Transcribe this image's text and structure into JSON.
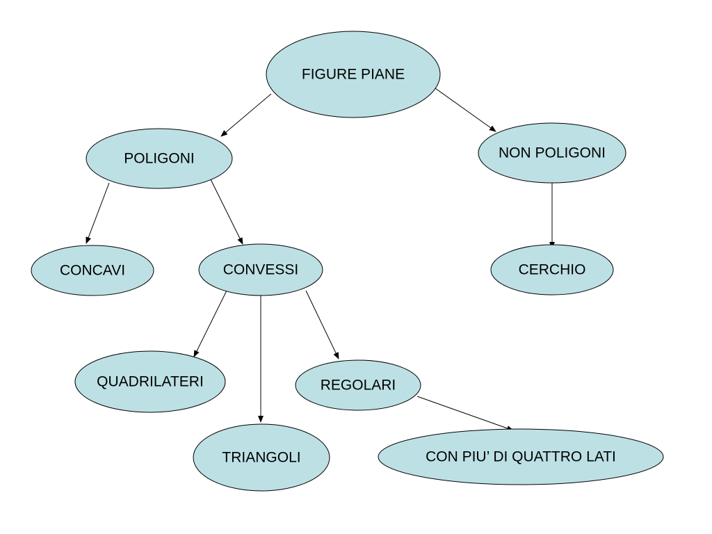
{
  "diagram": {
    "nodes": {
      "figure_piane": "FIGURE PIANE",
      "poligoni": "POLIGONI",
      "non_poligoni": "NON POLIGONI",
      "concavi": "CONCAVI",
      "convessi": "CONVESSI",
      "cerchio": "CERCHIO",
      "quadrilateri": "QUADRILATERI",
      "regolari": "REGOLARI",
      "triangoli": "TRIANGOLI",
      "con_piu": "CON PIU’ DI QUATTRO LATI"
    },
    "edges": [
      [
        "figure_piane",
        "poligoni"
      ],
      [
        "figure_piane",
        "non_poligoni"
      ],
      [
        "poligoni",
        "concavi"
      ],
      [
        "poligoni",
        "convessi"
      ],
      [
        "non_poligoni",
        "cerchio"
      ],
      [
        "convessi",
        "quadrilateri"
      ],
      [
        "convessi",
        "triangoli"
      ],
      [
        "convessi",
        "regolari"
      ],
      [
        "regolari",
        "con_piu"
      ]
    ],
    "colors": {
      "node_fill": "#bde0e4",
      "stroke": "#000000",
      "background": "#ffffff"
    }
  }
}
